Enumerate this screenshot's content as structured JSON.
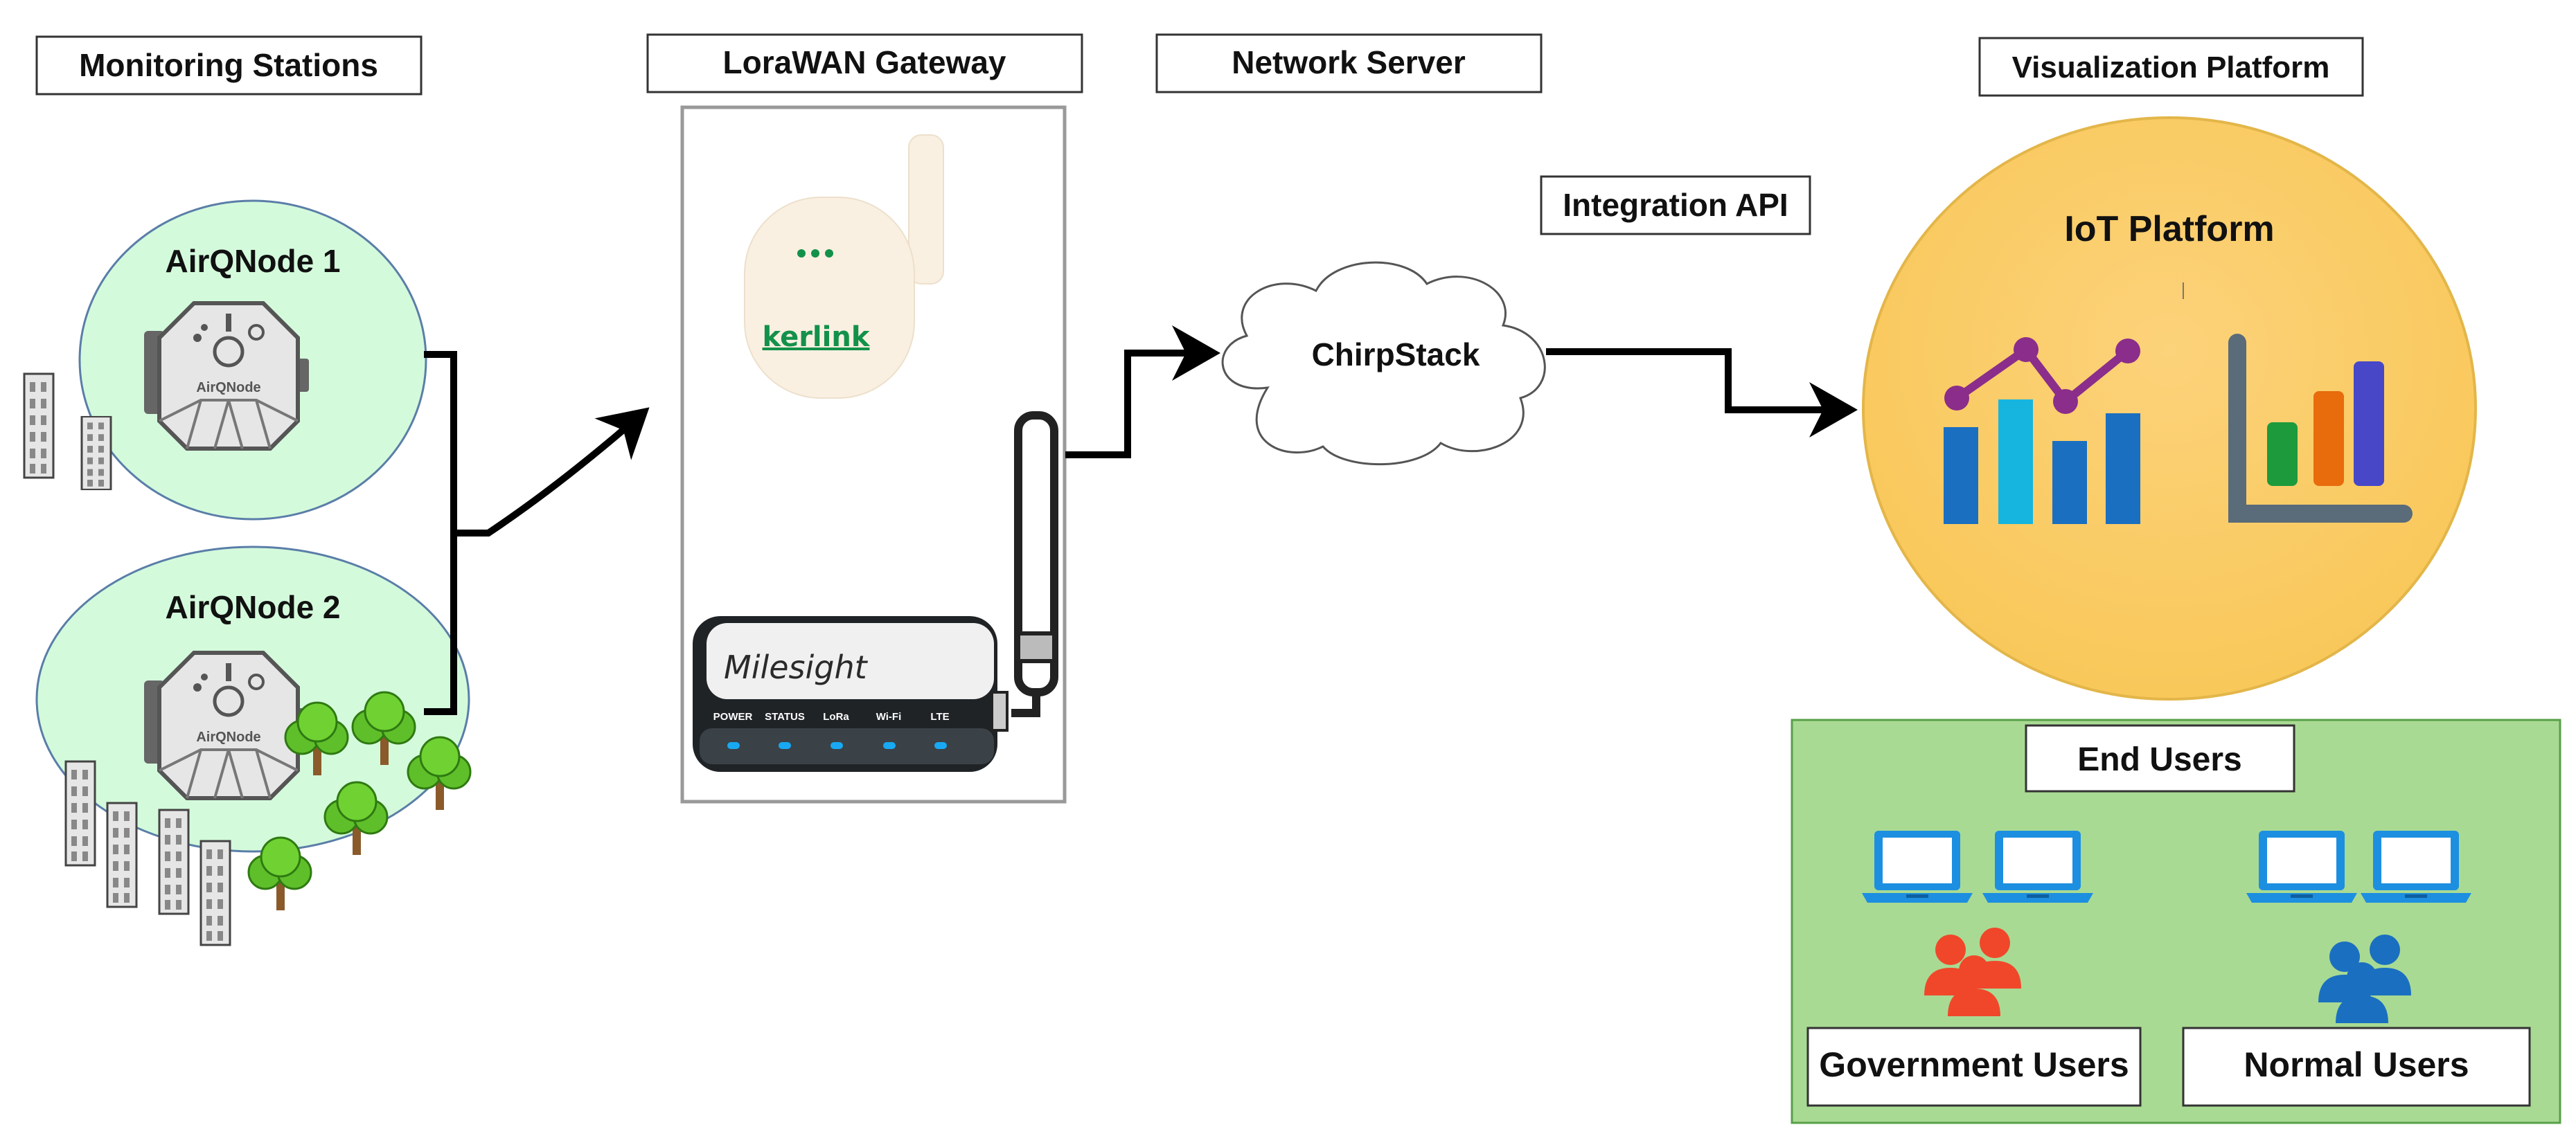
{
  "headers": {
    "monitoring": "Monitoring Stations",
    "gateway": "LoraWAN Gateway",
    "network": "Network Server",
    "visualization": "Visualization Platform",
    "integration": "Integration API",
    "end_users": "End Users"
  },
  "nodes": {
    "node1_title": "AirQNode 1",
    "node2_title": "AirQNode 2",
    "device_label": "AirQNode"
  },
  "gateway": {
    "kerlink_brand": "kerlink",
    "milesight_brand": "Milesight",
    "leds": [
      "POWER",
      "STATUS",
      "LoRa",
      "Wi-Fi",
      "LTE"
    ]
  },
  "network": {
    "cloud_label": "ChirpStack"
  },
  "platform": {
    "title": "IoT Platform"
  },
  "users": {
    "government": "Government Users",
    "normal": "Normal Users"
  },
  "colors": {
    "node_fill": "#d4fadc",
    "platform_fill": "#fcd27a",
    "end_users_fill": "#a9da93",
    "gov_users": "#f0472a",
    "normal_users": "#1a6fc0",
    "laptop": "#1d8fe0"
  }
}
